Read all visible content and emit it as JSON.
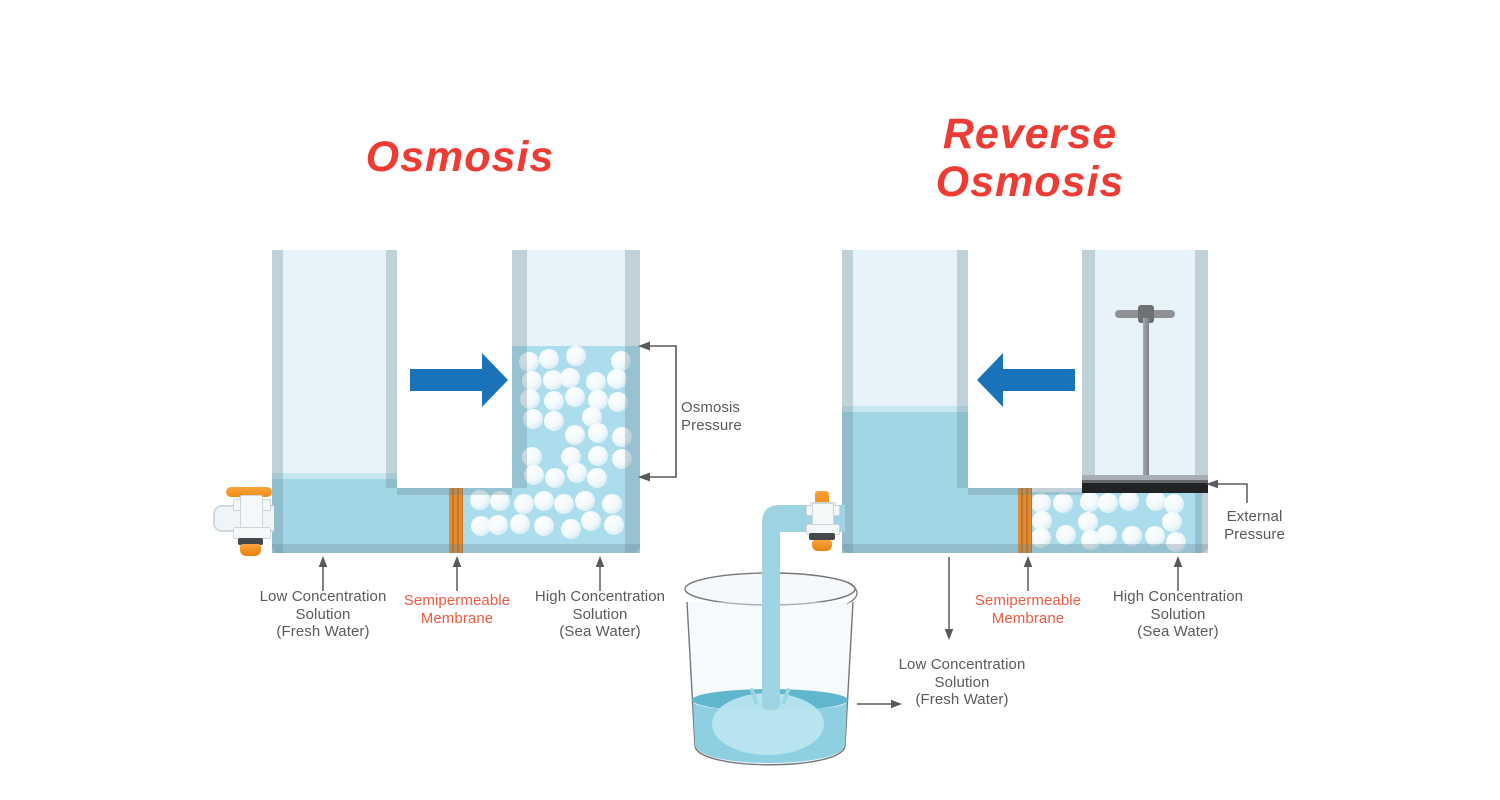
{
  "colors": {
    "title": "#ee3b33",
    "membrane_label": "#f05a40",
    "label": "#595a5c",
    "flow_arrow": "#1a72b8",
    "water": "#a3d6e5",
    "sea_water": "#abdded",
    "glass": "#e8f3f9",
    "membrane": "#dd862e",
    "valve_orange": "#f6921e"
  },
  "osmosis_panel": {
    "title": "Osmosis",
    "pressure_label": "Osmosis\nPressure",
    "low_label": "Low Concentration\nSolution\n(Fresh Water)",
    "membrane_label": "Semipermeable\nMembrane",
    "high_label": "High Concentration\nSolution\n(Sea Water)"
  },
  "reverse_panel": {
    "title": "Reverse\nOsmosis",
    "external_label": "External\nPressure",
    "low_label": "Low Concentration\nSolution\n(Fresh Water)",
    "membrane_label": "Semipermeable\nMembrane",
    "high_label": "High Concentration\nSolution\n(Sea Water)"
  }
}
